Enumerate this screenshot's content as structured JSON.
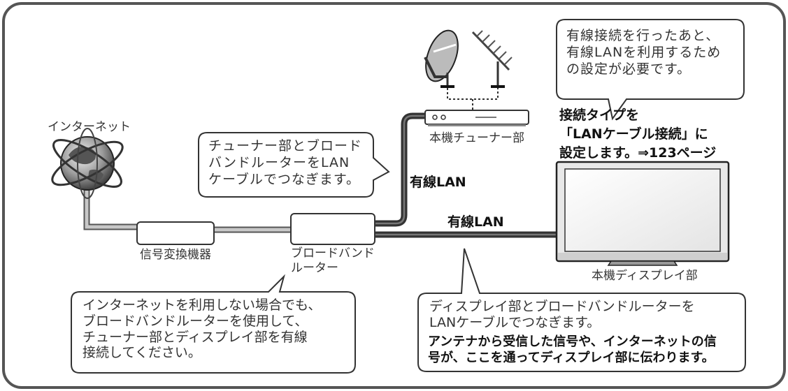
{
  "labels": {
    "internet": "インターネット",
    "converter": "信号変換機器",
    "router": "ブロードバンド\nルーター",
    "tuner": "本機チューナー部",
    "display": "本機ディスプレイ部",
    "wired_lan_upper": "有線LAN",
    "wired_lan_lower": "有線LAN"
  },
  "callouts": {
    "top_right": "有線接続を行ったあと、\n有線LANを利用するため\nの設定が必要です。",
    "connection_type": "接続タイプを\n「LANケーブル接続」に\n設定します。⇒123ページ",
    "tuner_router": "チューナー部とブロード\nバンドルーターをLAN\nケーブルでつなぎます。",
    "bottom_left": "インターネットを利用しない場合でも、\nブロードバンドルーターを使用して、\nチューナー部とディスプレイ部を有線\n接続してください。",
    "bottom_right_normal": "ディスプレイ部とブロードバンドルーターを\nLANケーブルでつなぎます。",
    "bottom_right_bold": "アンテナから受信した信号や、インターネットの信\n号が、ここを通ってディスプレイ部に伝わります。"
  }
}
